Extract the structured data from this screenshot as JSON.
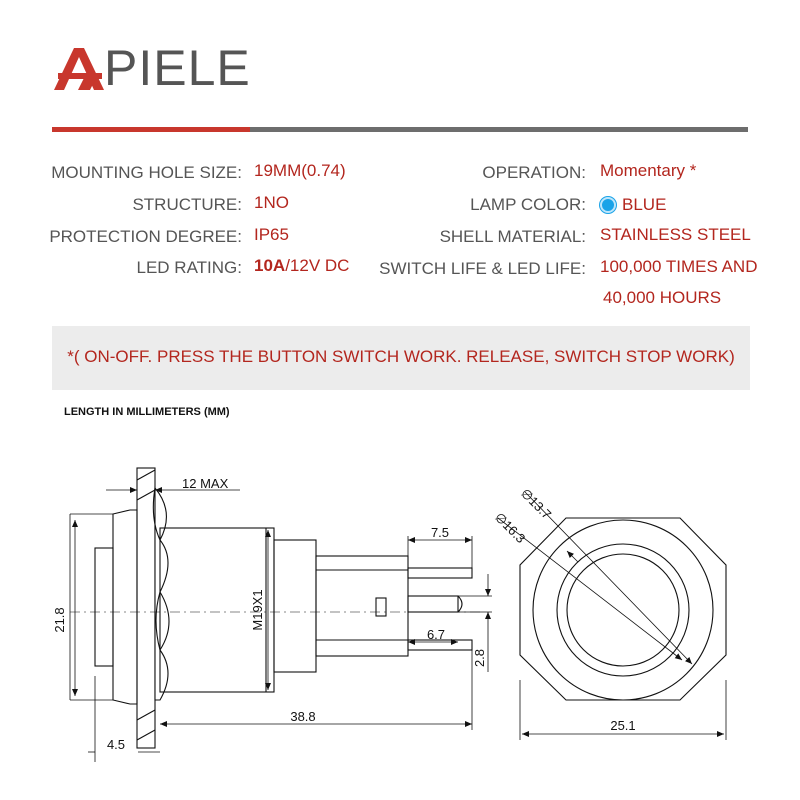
{
  "brand": {
    "name": "PIELE",
    "logo_icon": "a-logo-icon",
    "logo_color": "#c8372d"
  },
  "specs_left": [
    {
      "label": "MOUNTING HOLE SIZE:",
      "value": "19MM(0.74)"
    },
    {
      "label": "STRUCTURE:",
      "value": "1NO"
    },
    {
      "label": "PROTECTION DEGREE:",
      "value": "IP65"
    },
    {
      "label": "LED RATING:",
      "value_bold": "10A",
      "value_rest": "/12V DC"
    }
  ],
  "specs_right": [
    {
      "label": "OPERATION:",
      "value": "Momentary *"
    },
    {
      "label": "LAMP COLOR:",
      "value": "BLUE",
      "swatch": "#1aa3e8"
    },
    {
      "label": "SHELL MATERIAL:",
      "value": "STAINLESS STEEL"
    },
    {
      "label": "SWITCH LIFE & LED LIFE:",
      "value": "100,000 TIMES AND",
      "value_line2": "40,000 HOURS"
    }
  ],
  "note": "*( ON-OFF. PRESS THE BUTTON SWITCH WORK. RELEASE, SWITCH STOP WORK)",
  "drawing": {
    "title": "LENGTH IN MILLIMETERS (MM)",
    "dims": {
      "panel_max": "12 MAX",
      "height": "21.8",
      "thread": "M19X1",
      "terminal_width": "7.5",
      "terminal_len": "6.7",
      "terminal_thick": "2.8",
      "total_length": "38.8",
      "head": "4.5",
      "ring_dia": "∅13.7",
      "head_dia": "∅16.3",
      "hex_width": "25.1"
    }
  },
  "colors": {
    "accent": "#c8372d",
    "rule_gray": "#6d6d6d",
    "value_red": "#b3261e",
    "label_gray": "#555555",
    "note_bg": "#ececec"
  }
}
